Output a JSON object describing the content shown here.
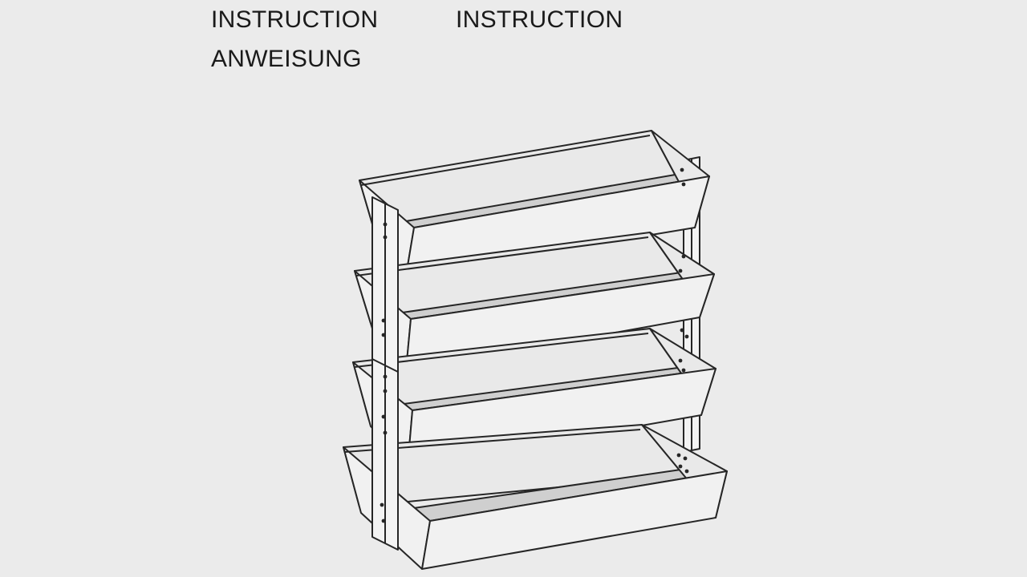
{
  "headings": {
    "en_left": "INSTRUCTION",
    "en_right": "INSTRUCTION",
    "de": "ANWEISUNG"
  },
  "drawing": {
    "subject": "vertical-planter-4-tier",
    "tiers": 4
  }
}
